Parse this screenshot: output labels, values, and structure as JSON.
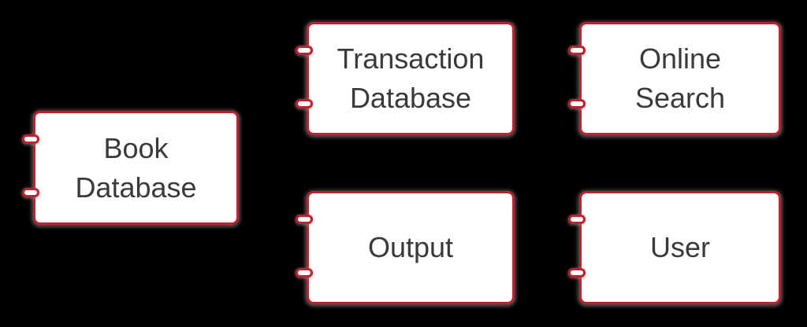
{
  "theme": {
    "background": "#000000",
    "box_border": "#c0212f",
    "box_fill": "#ffffff",
    "text": "#3a3a3a"
  },
  "diagram": {
    "type": "uml-component-diagram",
    "components": [
      {
        "id": "book-database",
        "label": "Book Database",
        "lines": [
          "Book",
          "Database"
        ],
        "ports": 2
      },
      {
        "id": "transaction-database",
        "label": "Transaction Database",
        "lines": [
          "Transaction",
          "Database"
        ],
        "ports": 2
      },
      {
        "id": "online-search",
        "label": "Online Search",
        "lines": [
          "Online",
          "Search"
        ],
        "ports": 2
      },
      {
        "id": "output",
        "label": "Output",
        "lines": [
          "Output"
        ],
        "ports": 2
      },
      {
        "id": "user",
        "label": "User",
        "lines": [
          "User"
        ],
        "ports": 2
      }
    ]
  }
}
